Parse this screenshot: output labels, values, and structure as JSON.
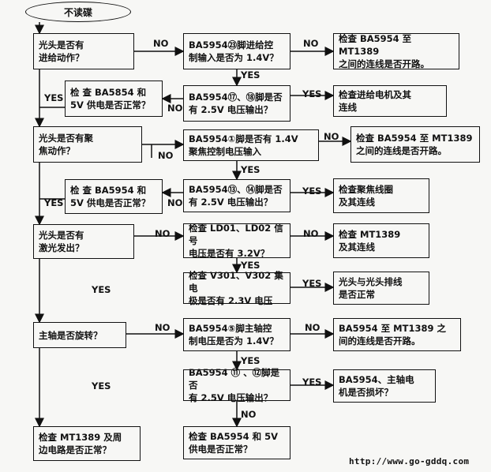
{
  "start": "不读碟",
  "nodes": {
    "q1": "光头是否有\n进给动作？",
    "q1a": "BA5954㉓脚进给控\n制输入是否为 1.4V？",
    "q1b": "检查 BA5954 至 MT1389\n之间的连线是否开路。",
    "q1c": "BA5954⑰、⑱脚是否\n有 2.5V 电压输出？",
    "q1d": "检查进给电机及其\n连线",
    "q1e": "检 查  BA5854  和\n5V 供电是否正常？",
    "q2": "光头是否有聚\n焦动作？",
    "q2a": "BA5954①脚是否有 1.4V\n聚焦控制电压输入",
    "q2b": "检查 BA5954 至 MT1389\n之间的连线是否开路。",
    "q2c": "BA5954⑬、⑭脚是否\n有 2.5V 电压输出？",
    "q2d": "检查聚焦线圈\n及其连线",
    "q2e": "检 查  BA5954  和\n5V 供电是否正常？",
    "q3": "光头是否有\n激光发出？",
    "q3a": "检查 LD01、LD02 信号\n电压是否有 3.2V？",
    "q3b": "检查 MT1389\n及其连线",
    "q3c": "检查 V301、V302 集电\n极是否有 2.3V 电压",
    "q3d": "光头与光头排线\n是否正常",
    "q4": "主轴是否旋转？",
    "q4a": "BA5954⑤脚主轴控\n制电压是否为 1.4V？",
    "q4b": "BA5954 至 MT1389 之\n间的连线是否开路。",
    "q4c": "BA5954 ⑪ 、⑫脚是否\n有 2.5V 电压输出？",
    "q4d": "BA5954、主轴电\n机是否损坏？",
    "q4e": "检查 BA5954 和 5V\n供电是否正常？",
    "q5": "检查 MT1389 及周\n边电路是否正常？"
  },
  "labels": {
    "no1": "NO",
    "no2": "NO",
    "yes1": "YES",
    "no3": "NO",
    "yes2": "YES",
    "no4": "NO",
    "no5": "NO",
    "yes3": "YES",
    "no6": "NO",
    "yes4": "YES",
    "no7": "NO",
    "no8": "NO",
    "yes5": "YES",
    "yes6": "YES",
    "no9": "NO",
    "no10": "NO",
    "yes7": "YES",
    "yes8": "YES",
    "no11": "NO",
    "yes_left1": "YES",
    "yes_left2": "YES",
    "yes_left3": "YES",
    "yes_left4": "YES"
  },
  "footer_url": "http://www.go-gddq.com"
}
